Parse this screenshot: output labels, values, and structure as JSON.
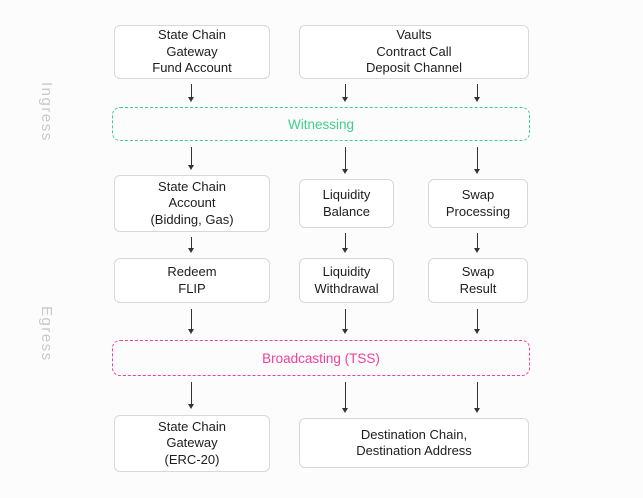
{
  "colors": {
    "witnessing_accent": "#3ecf8e",
    "broadcasting_accent": "#f0409c",
    "box_border": "#d8d8d8",
    "arrow": "#333333",
    "side_label": "#c9c9c9"
  },
  "side_labels": {
    "ingress": "Ingress",
    "egress": "Egress"
  },
  "bands": {
    "witnessing": "Witnessing",
    "broadcasting": "Broadcasting (TSS)"
  },
  "boxes": {
    "fund_account": {
      "lines": [
        "State Chain",
        "Gateway",
        "Fund Account"
      ]
    },
    "vaults": {
      "lines": [
        "Vaults",
        "Contract Call",
        "Deposit Channel"
      ]
    },
    "state_chain_account": {
      "lines": [
        "State Chain",
        "Account",
        "(Bidding, Gas)"
      ]
    },
    "liquidity_balance": {
      "lines": [
        "Liquidity",
        "Balance"
      ]
    },
    "swap_processing": {
      "lines": [
        "Swap",
        "Processing"
      ]
    },
    "redeem_flip": {
      "lines": [
        "Redeem",
        "FLIP"
      ]
    },
    "liquidity_withdrawal": {
      "lines": [
        "Liquidity",
        "Withdrawal"
      ]
    },
    "swap_result": {
      "lines": [
        "Swap",
        "Result"
      ]
    },
    "gateway_erc20": {
      "lines": [
        "State Chain",
        "Gateway",
        "(ERC-20)"
      ]
    },
    "destination": {
      "lines": [
        "Destination Chain,",
        "Destination Address"
      ]
    }
  }
}
